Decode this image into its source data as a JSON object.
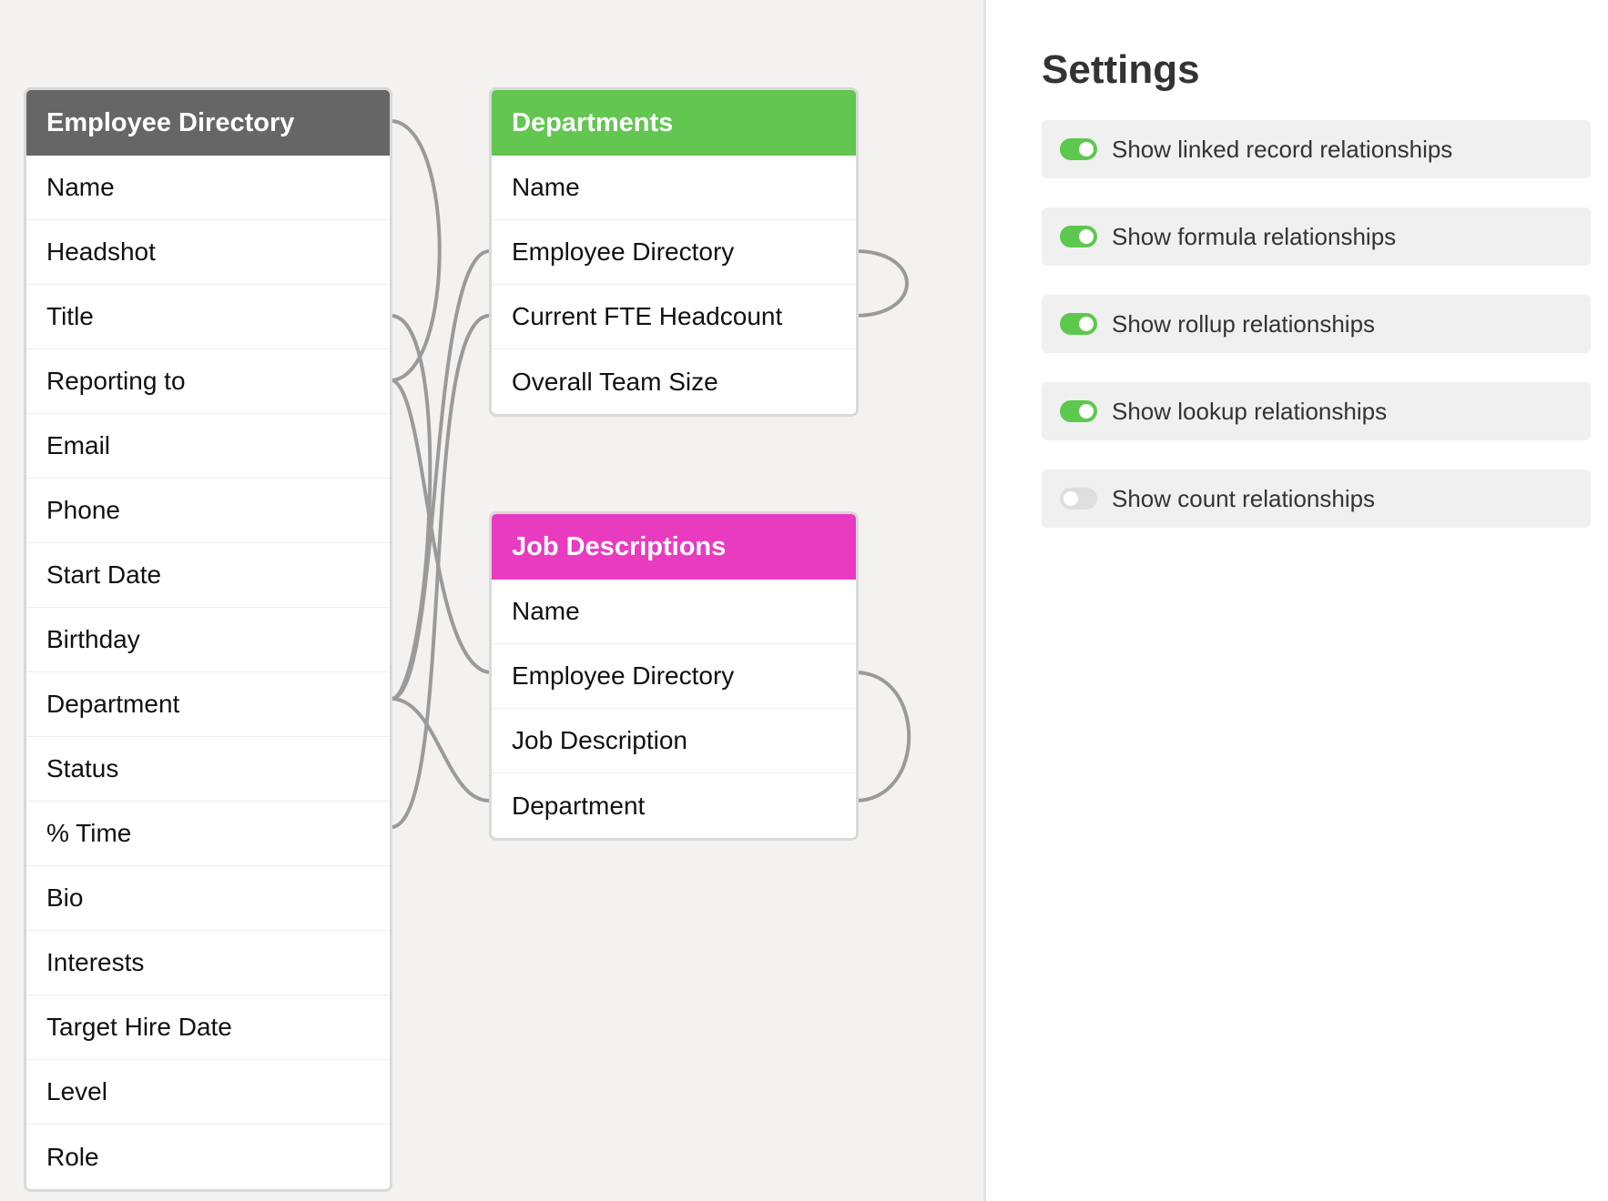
{
  "tables": {
    "employee_directory": {
      "title": "Employee Directory",
      "color": "#666666",
      "fields": [
        "Name",
        "Headshot",
        "Title",
        "Reporting to",
        "Email",
        "Phone",
        "Start Date",
        "Birthday",
        "Department",
        "Status",
        "% Time",
        "Bio",
        "Interests",
        "Target Hire Date",
        "Level",
        "Role"
      ]
    },
    "departments": {
      "title": "Departments",
      "color": "#62c650",
      "fields": [
        "Name",
        "Employee Directory",
        "Current FTE Headcount",
        "Overall Team Size"
      ]
    },
    "job_descriptions": {
      "title": "Job Descriptions",
      "color": "#e93bbf",
      "fields": [
        "Name",
        "Employee Directory",
        "Job Description",
        "Department"
      ]
    }
  },
  "link_color": "#9a9a9a",
  "settings": {
    "title": "Settings",
    "toggles": [
      {
        "label": "Show linked record relationships",
        "on": true
      },
      {
        "label": "Show formula relationships",
        "on": true
      },
      {
        "label": "Show rollup relationships",
        "on": true
      },
      {
        "label": "Show lookup relationships",
        "on": true
      },
      {
        "label": "Show count relationships",
        "on": false
      }
    ],
    "toggle_on_color": "#5cc84d",
    "toggle_off_color": "#dedede"
  }
}
